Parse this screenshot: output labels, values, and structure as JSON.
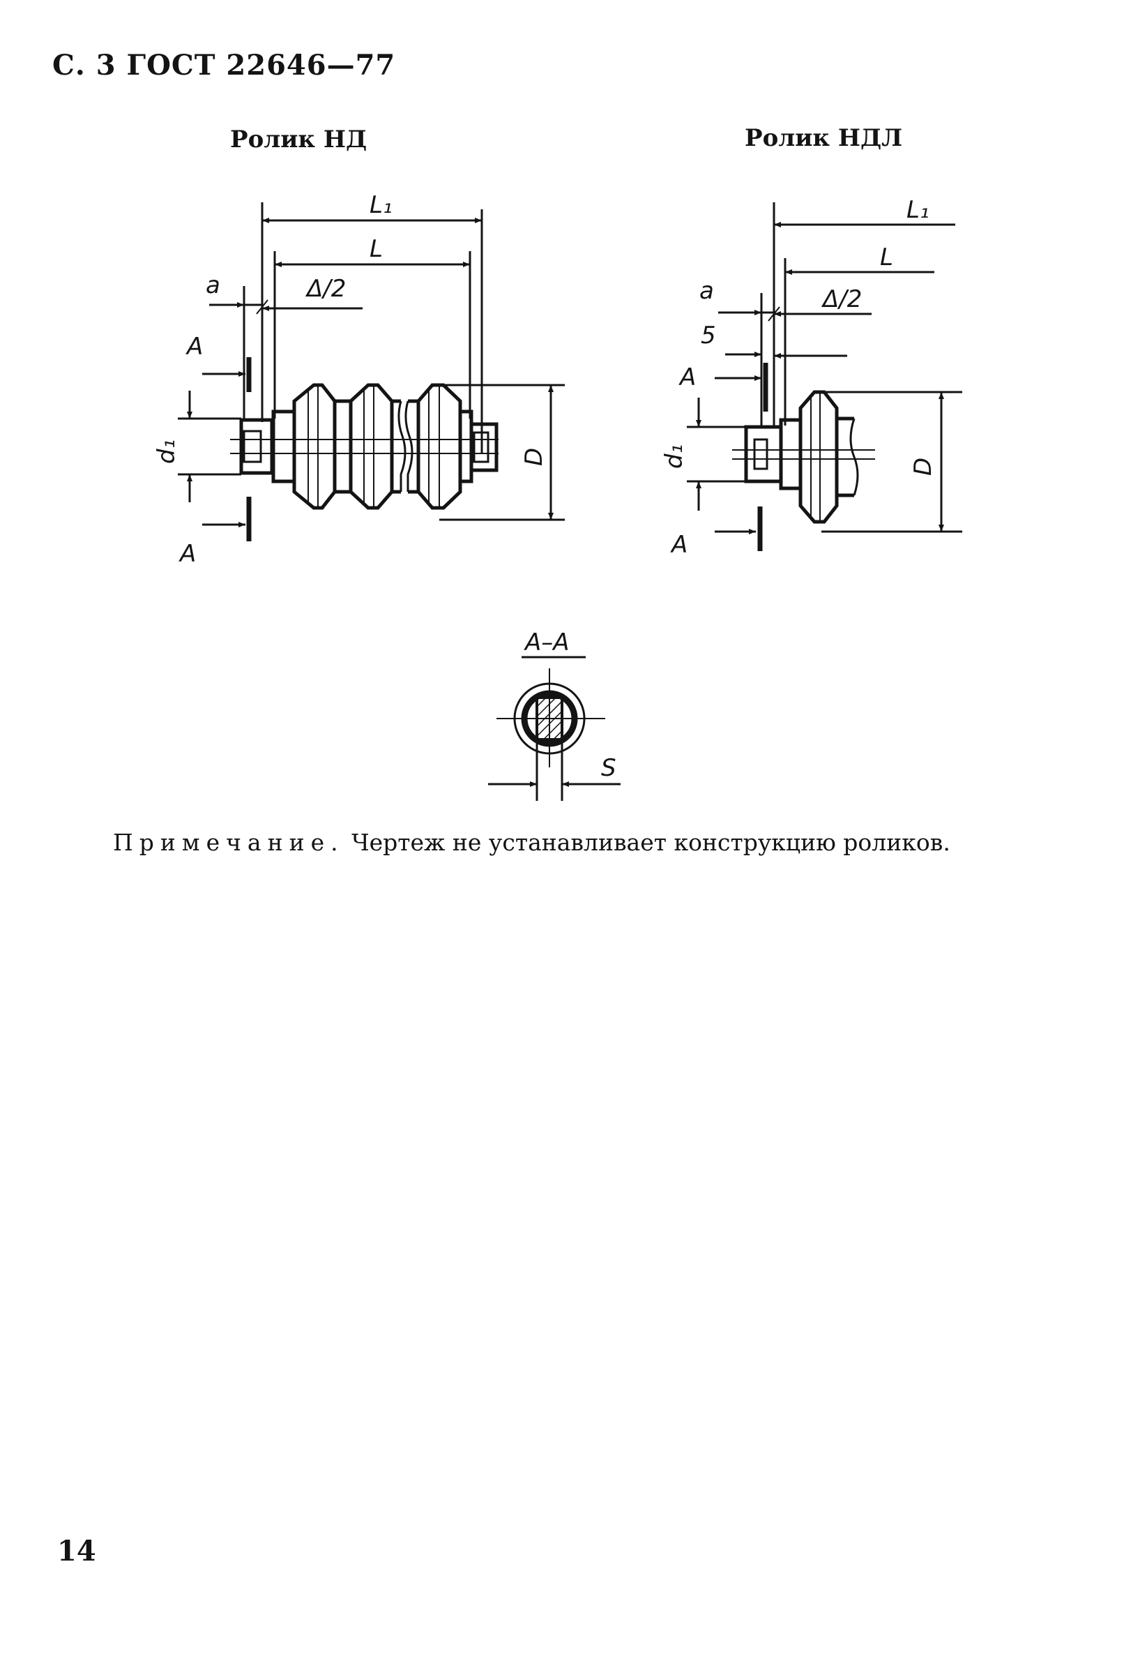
{
  "header": "С. 3 ГОСТ 22646—77",
  "figures": {
    "nd": {
      "title": "Ролик НД",
      "labels": {
        "L1": "L₁",
        "L": "L",
        "a": "a",
        "delta": "Δ/2",
        "A_top": "A",
        "A_bottom": "A",
        "d1": "d₁",
        "D": "D"
      }
    },
    "ndl": {
      "title": "Ролик НДЛ",
      "labels": {
        "L1": "L₁",
        "L": "L",
        "a": "a",
        "delta": "Δ/2",
        "five": "5",
        "A_top": "A",
        "A_bottom": "A",
        "d1": "d₁",
        "D": "D"
      }
    },
    "section": {
      "title": "A–A",
      "labels": {
        "S": "S"
      }
    }
  },
  "note": {
    "lead": "Примечание.",
    "text": "Чертеж не устанавливает конструкцию роликов."
  },
  "page_number": "14"
}
